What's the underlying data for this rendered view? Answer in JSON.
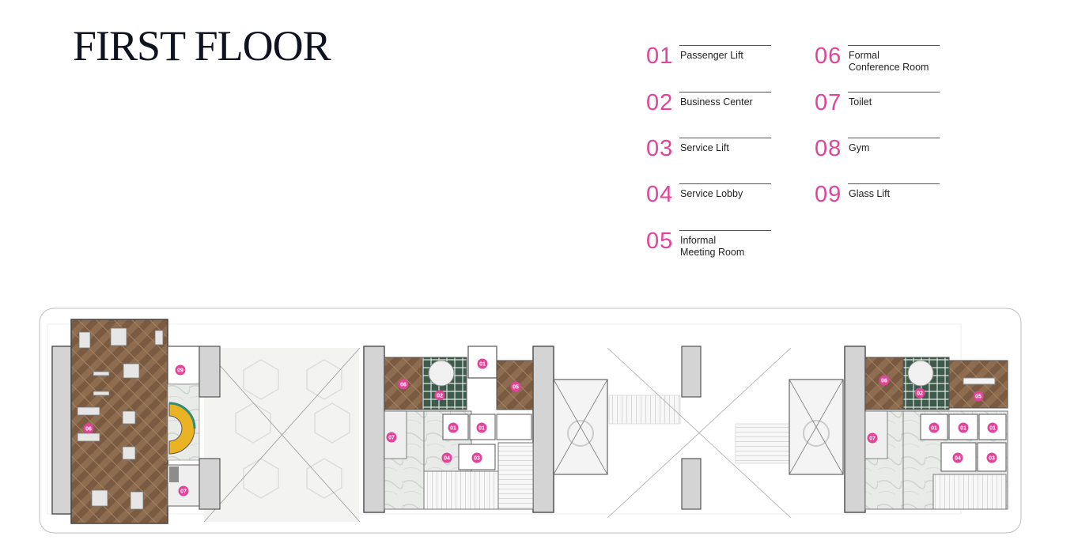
{
  "title": "FIRST FLOOR",
  "legend": [
    {
      "num": "01",
      "label": "Passenger Lift"
    },
    {
      "num": "02",
      "label": "Business Center"
    },
    {
      "num": "03",
      "label": "Service Lift"
    },
    {
      "num": "04",
      "label": "Service Lobby"
    },
    {
      "num": "05",
      "label": "Informal\nMeeting Room"
    },
    {
      "num": "06",
      "label": "Formal\nConference Room"
    },
    {
      "num": "07",
      "label": "Toilet"
    },
    {
      "num": "08",
      "label": "Gym"
    },
    {
      "num": "09",
      "label": "Glass Lift"
    }
  ],
  "plan_markers": {
    "gym": "06",
    "glass_lift": "09",
    "toilet_a": "07",
    "b1_conf": "06",
    "b1_business": "02",
    "b1_lift_top": "01",
    "b1_meeting": "05",
    "b1_toilet": "07",
    "b1_lift_a": "01",
    "b1_lift_b": "01",
    "b1_lobby": "04",
    "b1_service": "03",
    "b2_conf": "06",
    "b2_business": "02",
    "b2_meeting": "05",
    "b2_toilet": "07",
    "b2_lift_a": "01",
    "b2_lift_b": "01",
    "b2_lift_c": "01",
    "b2_lobby": "04",
    "b2_service": "03"
  },
  "colors": {
    "accent": "#e2449a",
    "wood": "#8a6a4e",
    "wall": "#d4d4d4",
    "title": "#0f1320"
  }
}
